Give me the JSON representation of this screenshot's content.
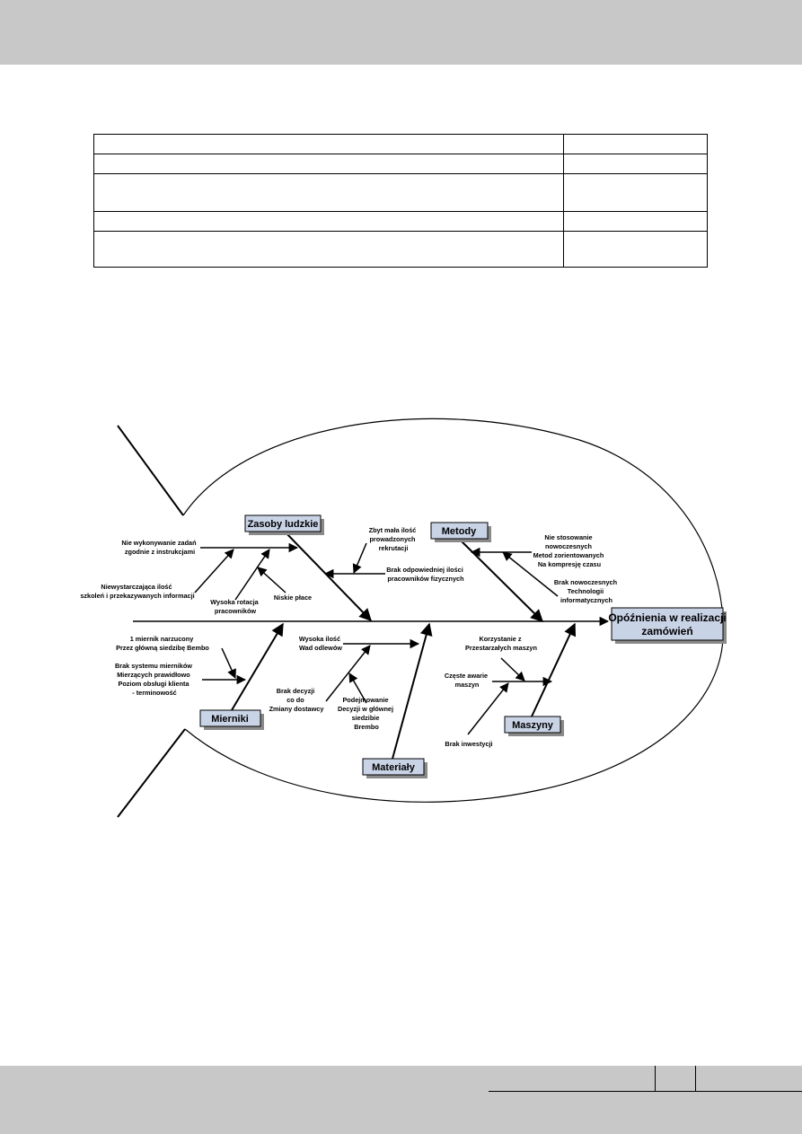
{
  "diagram": {
    "effect": [
      "Opóźnienia w realizacji",
      "zamówień"
    ],
    "categories": {
      "zasoby": "Zasoby ludzkie",
      "metody": "Metody",
      "mierniki": "Mierniki",
      "materialy": "Materiały",
      "maszyny": "Maszyny"
    },
    "causes": {
      "nie_wykonywanie": [
        "Nie wykonywanie zadań",
        "zgodnie z instrukcjami"
      ],
      "niewystarczajaca": [
        "Niewystarczająca ilość",
        "szkoleń i przekazywanych informacji"
      ],
      "wysoka_rotacja": [
        "Wysoka rotacja",
        "pracowników"
      ],
      "niskie_place": [
        "Niskie płace"
      ],
      "zbyt_mala": [
        "Zbyt mała ilość",
        "prowadzonych",
        "rekrutacji"
      ],
      "brak_odpowiedniej": [
        "Brak odpowiedniej ilości",
        "pracowników fizycznych"
      ],
      "nie_stosowanie": [
        "Nie stosowanie",
        "nowoczesnych",
        "Metod zorientowanych",
        "Na kompresję czasu"
      ],
      "brak_nowoczesnych": [
        "Brak nowoczesnych",
        "Technologii",
        "informatycznych"
      ],
      "jeden_miernik": [
        "1 miernik narzucony",
        "Przez główną siedzibę Bembo"
      ],
      "brak_systemu": [
        "Brak systemu mierników",
        "Mierzących prawidłowo",
        "Poziom obsługi klienta",
        "- terminowość"
      ],
      "wysoka_ilosc": [
        "Wysoka ilość",
        "Wad odlewów"
      ],
      "brak_decyzji": [
        "Brak decyzji",
        "co do",
        "Zmiany dostawcy"
      ],
      "podejmowanie": [
        "Podejmowanie",
        "Decyzji w głównej",
        "siedzibie",
        "Brembo"
      ],
      "korzystanie": [
        "Korzystanie z",
        "Przestarzałych maszyn"
      ],
      "czeste_awarie": [
        "Częste awarie",
        "maszyn"
      ],
      "brak_inwestycji": [
        "Brak inwestycji"
      ]
    }
  }
}
